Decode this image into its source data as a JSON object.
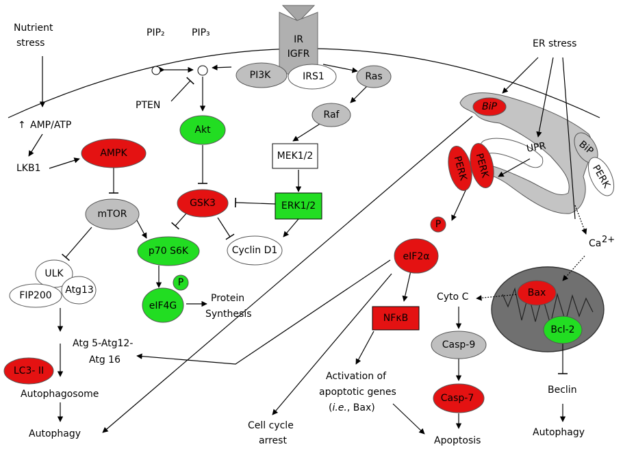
{
  "colors": {
    "red": "#e41212",
    "green": "#22dd22",
    "gray": "#bfbfbf",
    "darkgray": "#707070",
    "white": "#ffffff"
  },
  "labels": {
    "nutrient_stress_1": "Nutrient",
    "nutrient_stress_2": "stress",
    "amp_atp": "AMP/ATP",
    "lkb1": "LKB1",
    "pip2": "PIP₂",
    "pip3": "PIP₃",
    "pten": "PTEN",
    "protein_synthesis_1": "Protein",
    "protein_synthesis_2": "Synthesis",
    "atg_complex_1": "Atg 5-Atg12-",
    "atg_complex_2": "Atg 16",
    "autophagosome": "Autophagosome",
    "autophagy_left": "Autophagy",
    "er_stress": "ER stress",
    "upr": "UPR",
    "ca2": "Ca",
    "ca2_sup": "2+",
    "cyto_c": "Cyto C",
    "activation_1": "Activation of",
    "activation_2": "apoptotic genes",
    "activation_3_italic": "i.e.",
    "activation_3_rest": ", Bax)",
    "cell_cycle_1": "Cell cycle",
    "cell_cycle_2": "arrest",
    "apoptosis": "Apoptosis",
    "beclin": "Beclin",
    "autophagy_right": "Autophagy"
  },
  "nodes": {
    "ir": "IR",
    "igfr": "IGFR",
    "pi3k": "PI3K",
    "irs1": "IRS1",
    "ras": "Ras",
    "raf": "Raf",
    "mek": "MEK1/2",
    "erk": "ERK1/2",
    "akt": "Akt",
    "gsk3": "GSK3",
    "cyclin": "Cyclin D1",
    "ampk": "AMPK",
    "mtor": "mTOR",
    "p70": "p70 S6K",
    "eif4g": "eIF4G",
    "p1": "P",
    "ulk": "ULK",
    "atg13": "Atg13",
    "fip200": "FIP200",
    "lc3": "LC3- II",
    "bip1": "BiP",
    "bip2": "BiP",
    "perk1": "PERK",
    "perk2": "PERK",
    "perk3": "PERK",
    "p2": "P",
    "eif2a": "eIF2α",
    "nfkb": "NFκB",
    "casp9": "Casp-9",
    "casp7": "Casp-7",
    "bax": "Bax",
    "bcl2": "Bcl-2"
  }
}
